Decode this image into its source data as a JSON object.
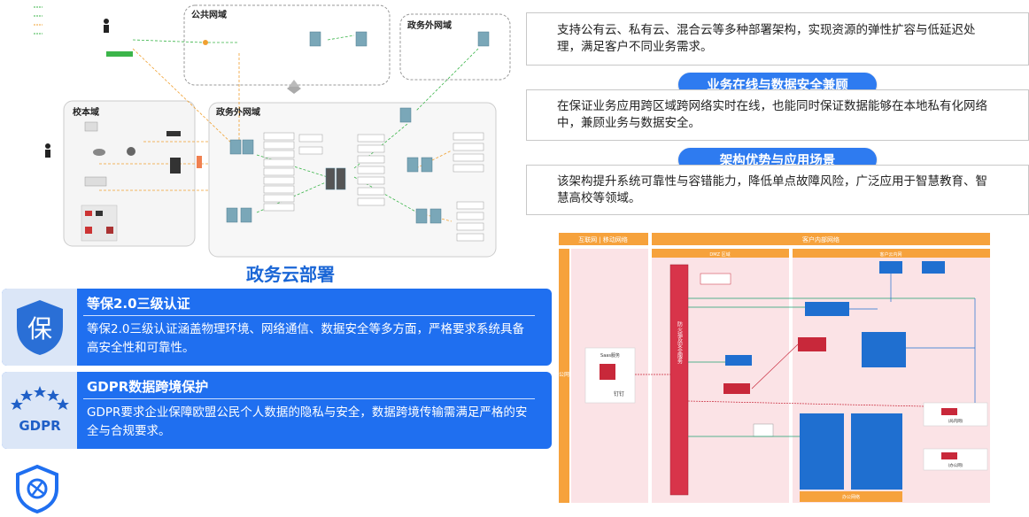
{
  "network_diagram": {
    "zones": {
      "public": "公共网域",
      "gov_outer_small": "政务外网域",
      "campus": "校本域",
      "gov_outer": "政务外网域"
    },
    "caption": "政务云部署"
  },
  "cards": [
    {
      "icon": "shield-bao-icon",
      "icon_char": "保",
      "title": "等保2.0三级认证",
      "text": "等保2.0三级认证涵盖物理环境、网络通信、数据安全等多方面，严格要求系统具备高安全性和可靠性。"
    },
    {
      "icon": "gdpr-stars-icon",
      "icon_label": "GDPR",
      "title": "GDPR数据跨境保护",
      "text": "GDPR要求企业保障欧盟公民个人数据的隐私与安全，数据跨境传输需满足严格的安全与合规要求。"
    }
  ],
  "right_panel": {
    "box1": "支持公有云、私有云、混合云等多种部署架构，实现资源的弹性扩容与低延迟处理，满足客户不同业务需求。",
    "pill1": "业务在线与数据安全兼顾",
    "box2": "在保证业务应用跨区域跨网络实时在线，也能同时保证数据能够在本地私有化网络中，兼顾业务与数据安全。",
    "pill2": "架构优势与应用场景",
    "box3": "该架构提升系统可靠性与容错能力，降低单点故障风险，广泛应用于智慧教育、智慧高校等领域。"
  },
  "arch_diagram": {
    "internet_header": "互联网 | 移动网络",
    "intranet_header": "客户内部网络",
    "public_side": "公网",
    "dmz": "DMZ 区域",
    "customer_private": "客户云内网",
    "firewall": "防火墙及安全服务",
    "saas": "Saas服务",
    "dingtalk": "钉钉",
    "office_net": "办公网络",
    "inner_lan": "(局内网)",
    "office_lan": "(办公网)"
  },
  "logo": {
    "icon": "shield-logo-icon"
  },
  "colors": {
    "primary_blue": "#1f6ff0",
    "pill_blue": "#2e7bf0",
    "title_blue": "#1a66d6",
    "arch_orange": "#f6a23c",
    "arch_red": "#c8283a"
  }
}
